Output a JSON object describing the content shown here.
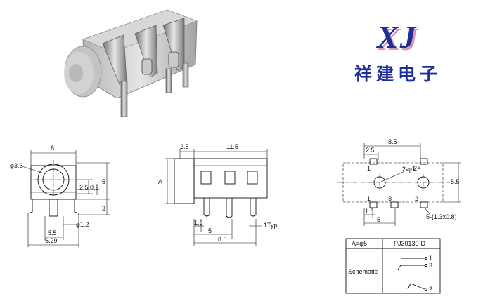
{
  "logo": {
    "latin": "XJ",
    "chinese": "祥建电子"
  },
  "front_view": {
    "width_top": "6",
    "hole_dia": "φ3.6",
    "dim_a": "2.5",
    "dim_b": "0.9",
    "dim_c": "5",
    "dim_d": "3",
    "pin_pitch": "5.5",
    "pin_dia": "φ1.2",
    "overall_width": "6.29"
  },
  "side_view": {
    "front_length": "2.5",
    "body_length": "11.5",
    "height_label": "A",
    "pin_width": "1.8",
    "pin_pos": "5",
    "overall_length": "8.5",
    "pin_thickness": "1Typ."
  },
  "pcb_layout": {
    "width_top": "8.5",
    "left_offset": "2.5",
    "hole_dia": "2-φ1.6",
    "height": "5.5",
    "pad_width": "1.8",
    "pad_pitch": "5",
    "slot_note": "5-(1.3x0.8)",
    "pin_labels": [
      "1",
      "2",
      "1",
      "3",
      "2"
    ]
  },
  "spec_table": {
    "cell_a": "A=φ5",
    "cell_model": "PJ30130-D",
    "row_label": "Schematic",
    "terminals": [
      "1",
      "3",
      "2"
    ]
  }
}
